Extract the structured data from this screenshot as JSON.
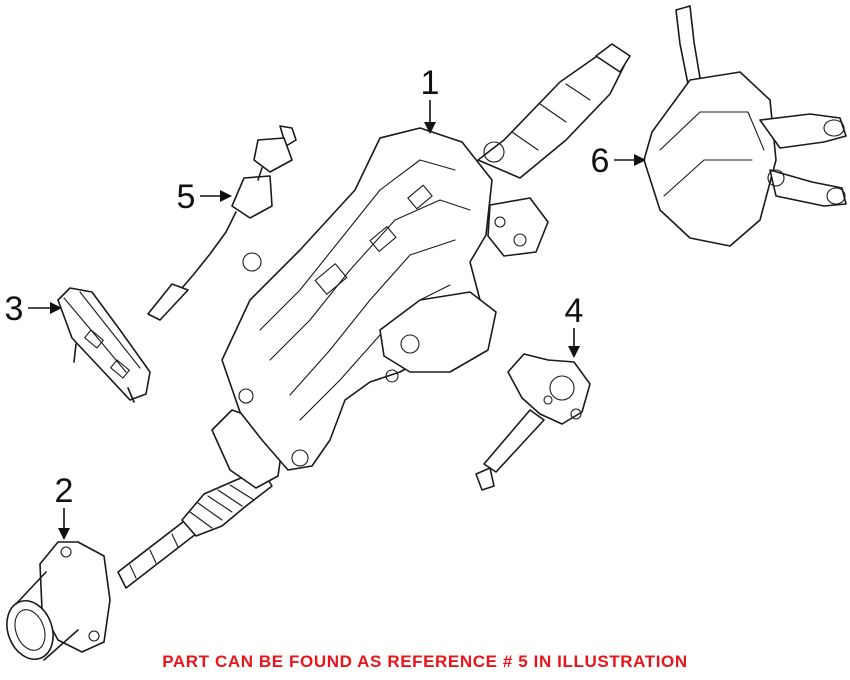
{
  "callouts": {
    "c1": "1",
    "c2": "2",
    "c3": "3",
    "c4": "4",
    "c5": "5",
    "c6": "6"
  },
  "note": "PART CAN BE FOUND AS REFERENCE # 5 IN ILLUSTRATION",
  "colors": {
    "note_color": "#e8161b",
    "line_color": "#1a1a1a",
    "background": "#ffffff"
  }
}
